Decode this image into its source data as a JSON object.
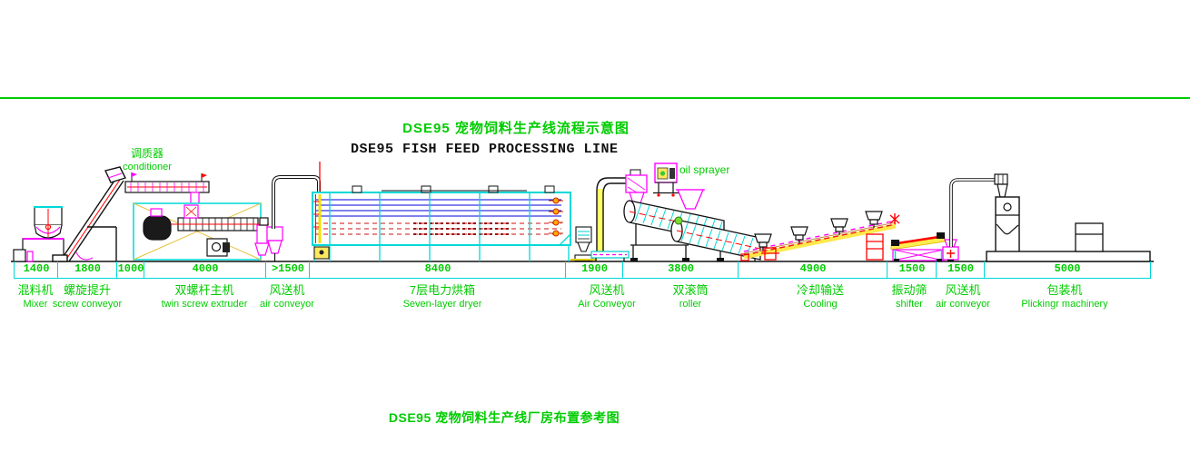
{
  "titles": {
    "top_cn": "DSE95 宠物饲料生产线流程示意图",
    "top_en": "DSE95 FISH FEED PROCESSING LINE",
    "bottom_cn": "DSE95 宠物饲料生产线厂房布置参考图"
  },
  "callouts": {
    "conditioner": {
      "zh": "调质器",
      "en": "conditioner"
    },
    "oil_sprayer": {
      "en": "oil sprayer"
    }
  },
  "stations": [
    {
      "dim": "1400",
      "zh": "混料机",
      "en": "Mixer"
    },
    {
      "dim": "1800",
      "zh": "螺旋提升",
      "en": "screw conveyor"
    },
    {
      "dim": "1000",
      "zh": "",
      "en": ""
    },
    {
      "dim": "4000",
      "zh": "双螺杆主机",
      "en": "twin screw extruder"
    },
    {
      "dim": ">1500",
      "zh": "风送机",
      "en": "air conveyor"
    },
    {
      "dim": "8400",
      "zh": "7层电力烘箱",
      "en": "Seven-layer dryer"
    },
    {
      "dim": "1900",
      "zh": "风送机",
      "en": "Air Conveyor"
    },
    {
      "dim": "3800",
      "zh": "双滚筒",
      "en": "roller"
    },
    {
      "dim": "4900",
      "zh": "冷却输送",
      "en": "Cooling"
    },
    {
      "dim": "1500",
      "zh": "振动筛",
      "en": "shifter"
    },
    {
      "dim": "1500",
      "zh": "风送机",
      "en": "air conveyor"
    },
    {
      "dim": "5000",
      "zh": "包装机",
      "en": "Plickingr machinery"
    }
  ],
  "colors": {
    "annotation_green": "#00cc00",
    "dimension_cyan": "#00d8d8",
    "machine_magenta": "#ff00ff",
    "machine_red": "#ff0000",
    "machine_yellow": "#ffec50",
    "dryer_layer_blue": "#0000dd",
    "line_black": "#111111"
  }
}
